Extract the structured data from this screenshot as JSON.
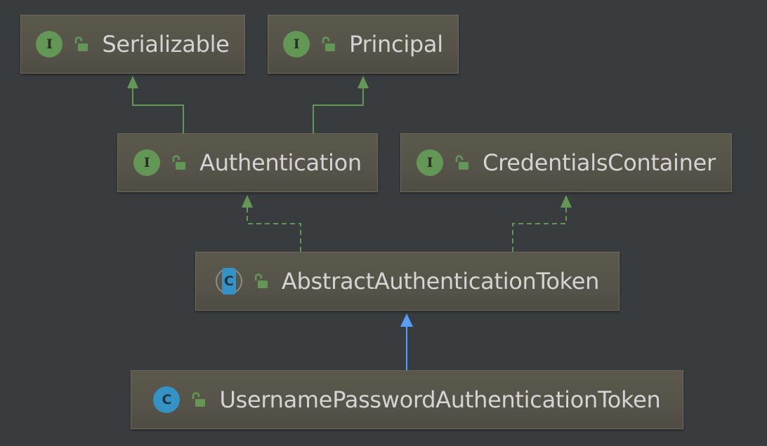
{
  "diagram": {
    "nodes": [
      {
        "id": "serializable",
        "kind": "interface",
        "kind_letter": "I",
        "name": "Serializable",
        "icon": "unlocked-icon"
      },
      {
        "id": "principal",
        "kind": "interface",
        "kind_letter": "I",
        "name": "Principal",
        "icon": "unlocked-icon"
      },
      {
        "id": "authentication",
        "kind": "interface",
        "kind_letter": "I",
        "name": "Authentication",
        "icon": "unlocked-icon"
      },
      {
        "id": "credentials-container",
        "kind": "interface",
        "kind_letter": "I",
        "name": "CredentialsContainer",
        "icon": "unlocked-icon"
      },
      {
        "id": "abstract-authentication-token",
        "kind": "abstract-class",
        "kind_letter": "C",
        "name": "AbstractAuthenticationToken",
        "icon": "unlocked-icon"
      },
      {
        "id": "username-password-authentication-token",
        "kind": "class",
        "kind_letter": "C",
        "name": "UsernamePasswordAuthenticationToken",
        "icon": "unlocked-icon"
      }
    ],
    "edges": [
      {
        "from": "authentication",
        "to": "serializable",
        "relation": "extends"
      },
      {
        "from": "authentication",
        "to": "principal",
        "relation": "extends"
      },
      {
        "from": "abstract-authentication-token",
        "to": "authentication",
        "relation": "implements"
      },
      {
        "from": "abstract-authentication-token",
        "to": "credentials-container",
        "relation": "implements"
      },
      {
        "from": "username-password-authentication-token",
        "to": "abstract-authentication-token",
        "relation": "extends"
      }
    ],
    "colors": {
      "background": "#393c3f",
      "interface_badge": "#629755",
      "class_badge": "#3592c4",
      "interface_edge": "#629755",
      "class_edge": "#589df6",
      "node_fill": "#56534a",
      "label": "#d4d4d4"
    }
  }
}
